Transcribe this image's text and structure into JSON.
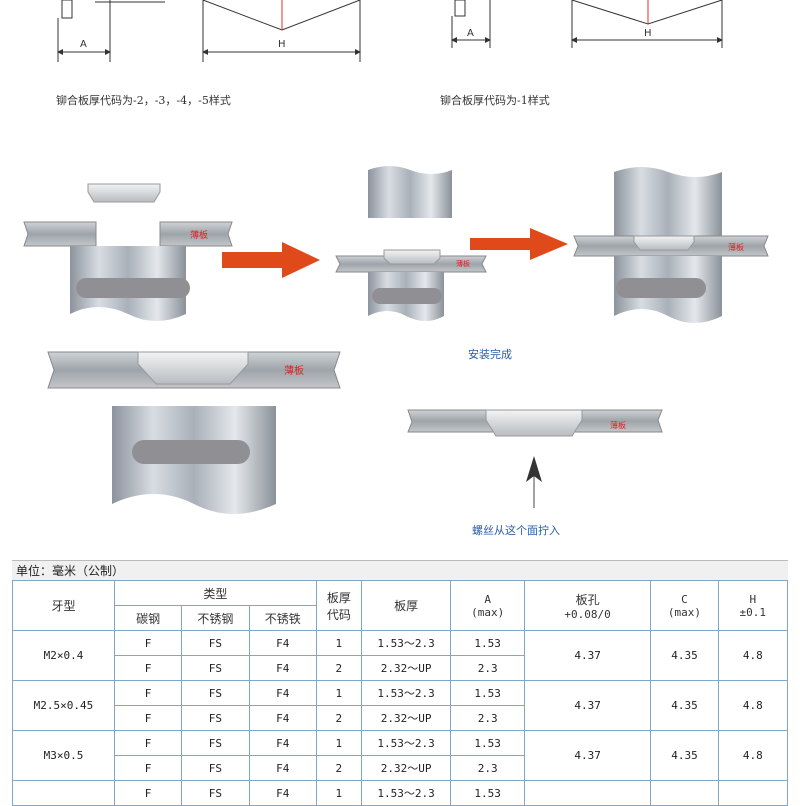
{
  "diagram_top": {
    "left_dim_a": "A",
    "left_dim_h": "H",
    "left_caption": "铆合板厚代码为-2，-3，-4，-5样式",
    "right_dim_a": "A",
    "right_dim_h": "H",
    "right_caption": "铆合板厚代码为-1样式"
  },
  "process": {
    "sheet_label_1": "薄板",
    "sheet_label_2": "薄板",
    "sheet_label_3": "薄板",
    "sheet_label_4": "薄板",
    "sheet_label_5": "薄板",
    "install_done": "安装完成",
    "screw_in_note": "螺丝从这个面拧入"
  },
  "colors": {
    "arrow": "#e04a1a",
    "accent": "#e03030",
    "table_border": "#7fa7c9"
  },
  "table": {
    "unit": "单位：毫米（公制）",
    "headers": {
      "thread": "牙型",
      "type": "类型",
      "carbon": "碳钢",
      "stainless": "不锈钢",
      "stainless_iron": "不锈铁",
      "thick_code_1": "板厚",
      "thick_code_2": "代码",
      "thickness": "板厚",
      "a": "A",
      "a_sub": "(max)",
      "hole": "板孔",
      "hole_sub": "+0.08/0",
      "c": "C",
      "c_sub": "(max)",
      "h": "H",
      "h_sub": "±0.1"
    },
    "groups": [
      {
        "thread": "M2×0.4",
        "hole": "4.37",
        "c": "4.35",
        "h": "4.8",
        "rows": [
          {
            "carbon": "F",
            "stainless": "FS",
            "iron": "F4",
            "code": "1",
            "thick": "1.53～2.3",
            "a": "1.53"
          },
          {
            "carbon": "F",
            "stainless": "FS",
            "iron": "F4",
            "code": "2",
            "thick": "2.32～UP",
            "a": "2.3"
          }
        ]
      },
      {
        "thread": "M2.5×0.45",
        "hole": "4.37",
        "c": "4.35",
        "h": "4.8",
        "rows": [
          {
            "carbon": "F",
            "stainless": "FS",
            "iron": "F4",
            "code": "1",
            "thick": "1.53～2.3",
            "a": "1.53"
          },
          {
            "carbon": "F",
            "stainless": "FS",
            "iron": "F4",
            "code": "2",
            "thick": "2.32～UP",
            "a": "2.3"
          }
        ]
      },
      {
        "thread": "M3×0.5",
        "hole": "4.37",
        "c": "4.35",
        "h": "4.8",
        "rows": [
          {
            "carbon": "F",
            "stainless": "FS",
            "iron": "F4",
            "code": "1",
            "thick": "1.53～2.3",
            "a": "1.53"
          },
          {
            "carbon": "F",
            "stainless": "FS",
            "iron": "F4",
            "code": "2",
            "thick": "2.32～UP",
            "a": "2.3"
          }
        ]
      },
      {
        "thread": "",
        "hole": "",
        "c": "",
        "h": "",
        "rows": [
          {
            "carbon": "F",
            "stainless": "FS",
            "iron": "F4",
            "code": "1",
            "thick": "1.53～2.3",
            "a": "1.53"
          }
        ]
      }
    ]
  }
}
